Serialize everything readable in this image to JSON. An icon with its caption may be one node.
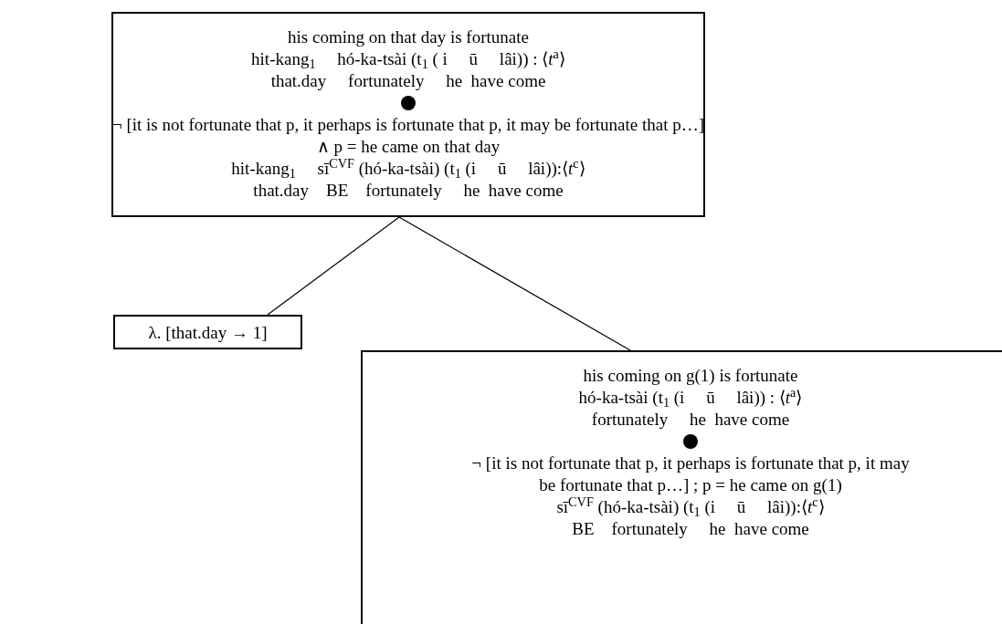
{
  "diagram": {
    "nodes": [
      {
        "text": [
          "his coming on that day is fortunate",
          "hit-kang$_{1}$     hó-ka-tsài (t$_{1}$ ( i     ū     lâi)) : ⟨*t*$^{a}$⟩",
          "that.day     fortunately     he  have come",
          "¬ [it is not fortunate that p, it perhaps is fortunate that p, it may be fortunate that p…]",
          "∧ p = he came on that day",
          "hit-kang$_{1}$     sī$^{CVF}$ (hó-ka-tsài) (t$_{1}$ (i     ū     lâi)):⟨*t*$^{c}$⟩",
          "that.day    BE    fortunately     he  have come"
        ]
      },
      {
        "text": [
          "λ. [that.day → 1]"
        ]
      },
      {
        "text": [
          "his coming on g(1) is fortunate",
          "hó-ka-tsài (t$_{1}$ (i     ū     lâi)) : ⟨*t*$^{a}$⟩",
          "fortunately     he  have come",
          "¬ [it is not fortunate that p, it perhaps is fortunate that p, it may be fortunate that p…] ; p = he came on g(1)",
          "sī$^{CVF}$ (hó-ka-tsài) (t$_{1}$ (i     ū     lâi)):⟨*t*$^{c}$⟩",
          "BE    fortunately     he  have come"
        ]
      }
    ],
    "edges": [
      {
        "from": 0,
        "to": 1,
        "arrow": "none"
      },
      {
        "from": 0,
        "to": 2,
        "arrow": "none"
      }
    ]
  }
}
